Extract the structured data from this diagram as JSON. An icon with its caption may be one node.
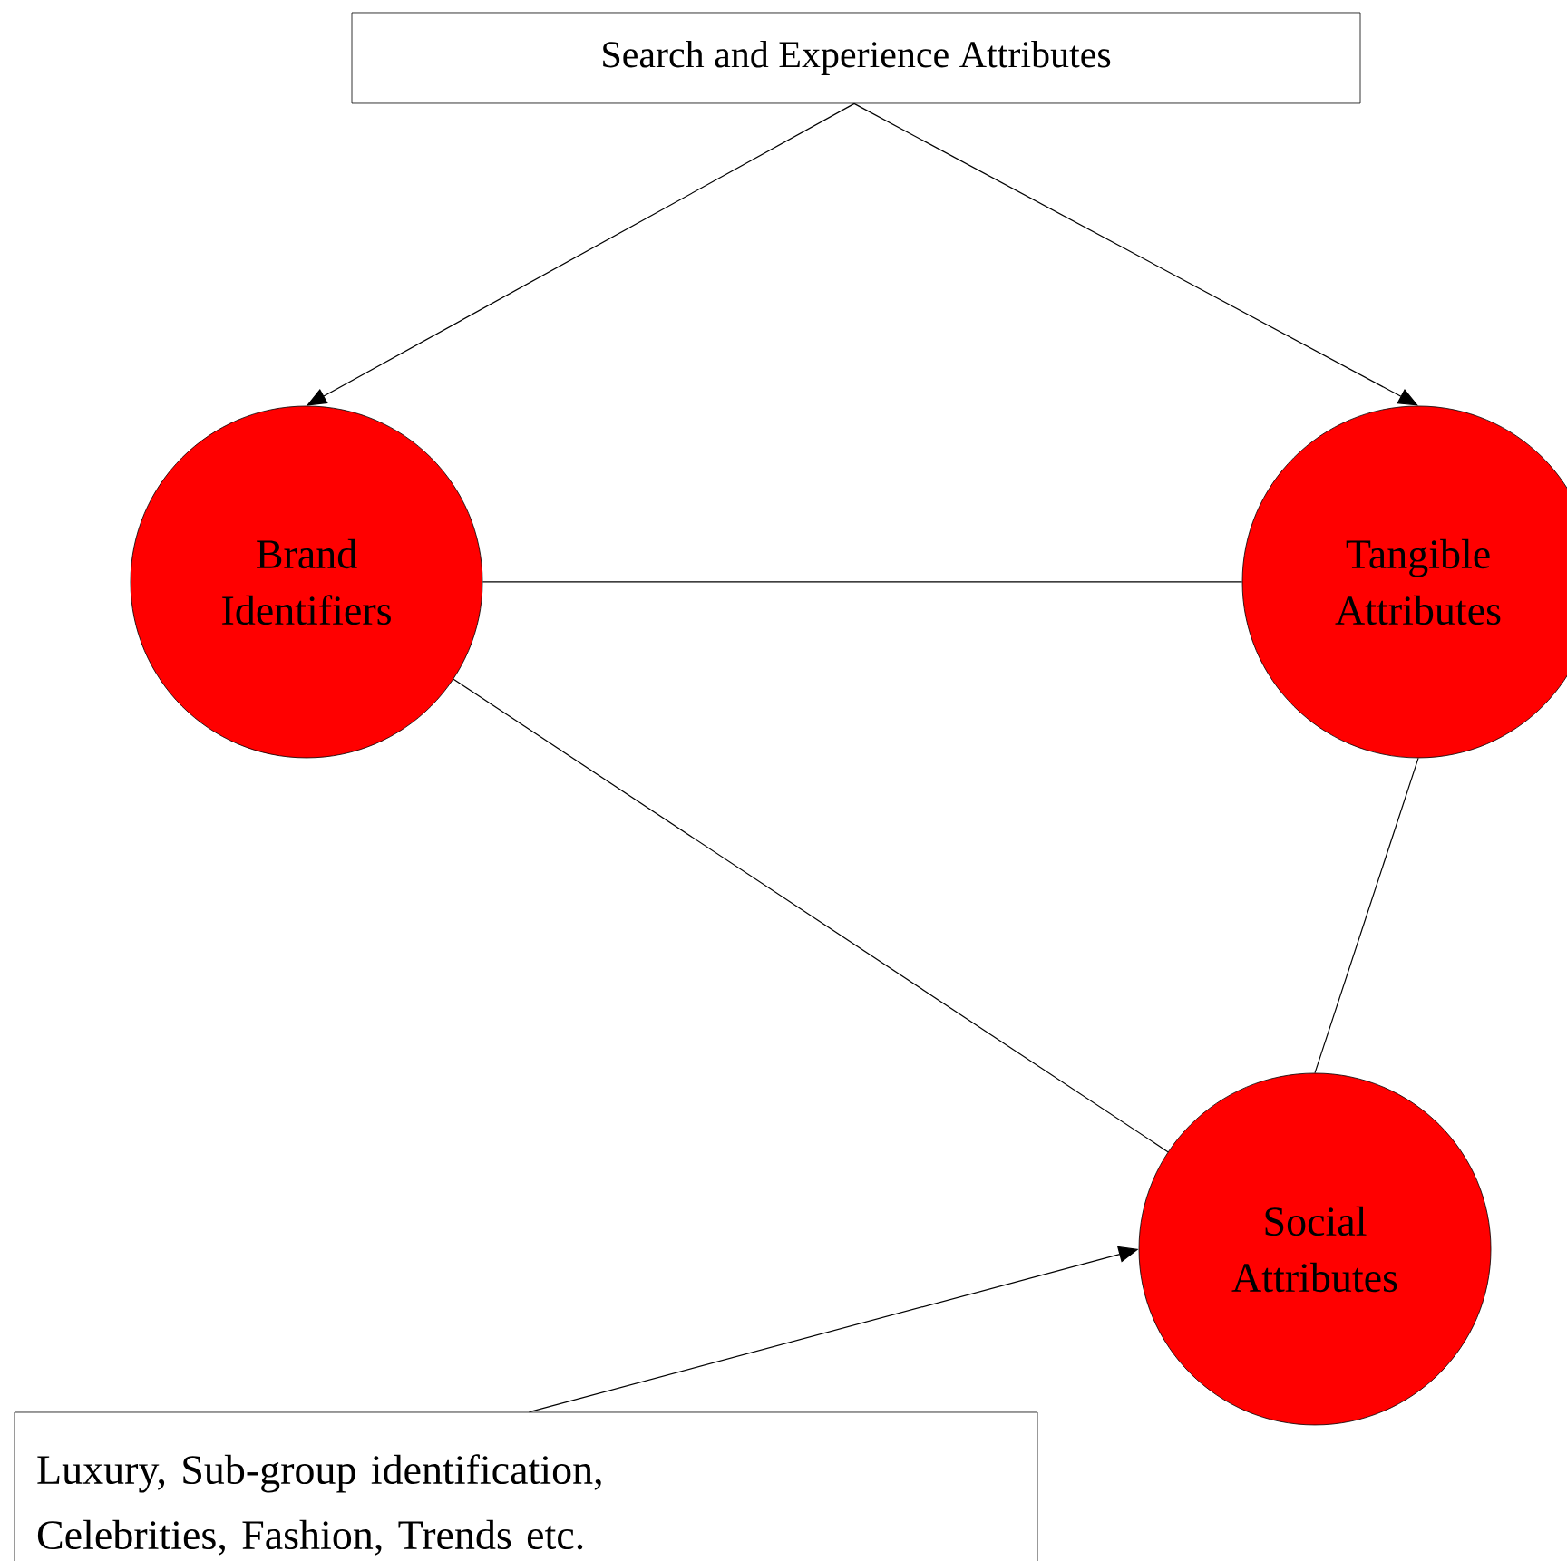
{
  "diagram": {
    "nodes": [
      {
        "text": [
          "Search and Experience Attributes"
        ]
      },
      {
        "text": [
          "Brand Identifiers"
        ]
      },
      {
        "text": [
          "Tangible Attributes"
        ]
      },
      {
        "text": [
          "Social Attributes"
        ]
      },
      {
        "text": [
          "Luxury, Sub-group identification, Celebrities, Fashion, Trends etc."
        ]
      }
    ],
    "edges": [
      {
        "from": 0,
        "to": 1,
        "arrow": "to"
      },
      {
        "from": 0,
        "to": 2,
        "arrow": "to"
      },
      {
        "from": 1,
        "to": 2,
        "arrow": "none"
      },
      {
        "from": 1,
        "to": 3,
        "arrow": "none"
      },
      {
        "from": 2,
        "to": 3,
        "arrow": "none"
      },
      {
        "from": 4,
        "to": 3,
        "arrow": "to"
      }
    ]
  }
}
